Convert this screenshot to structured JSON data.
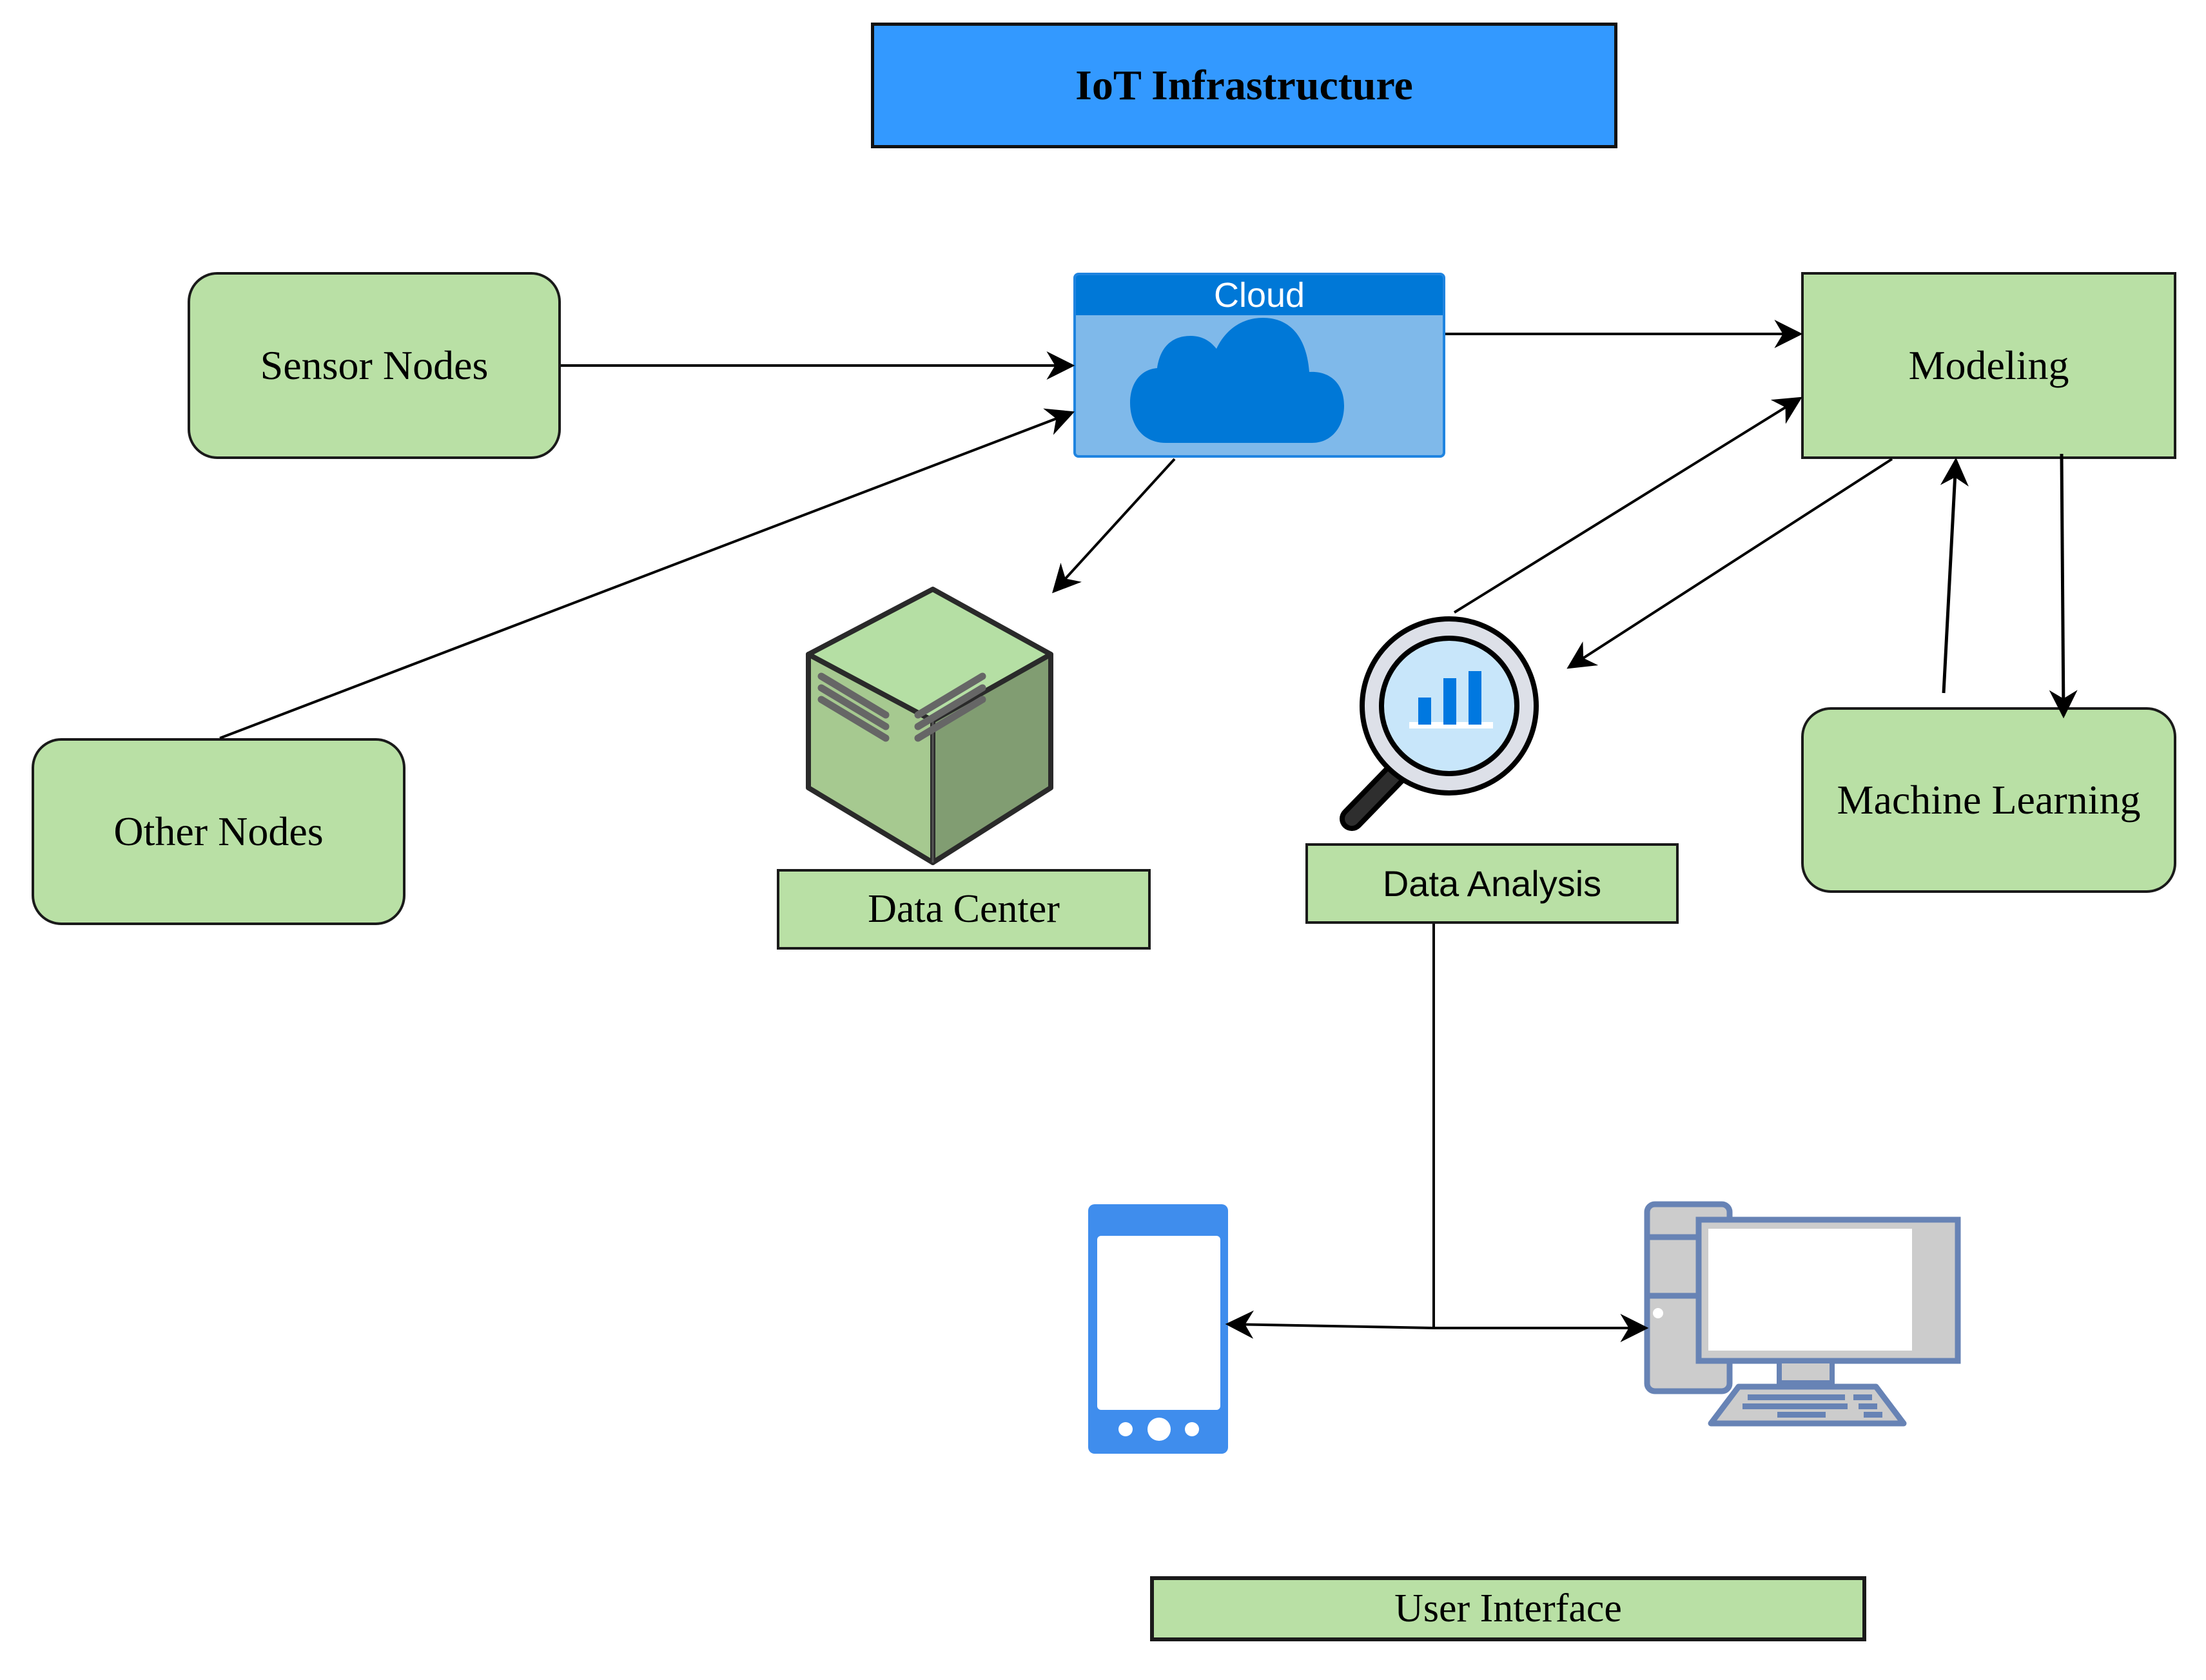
{
  "diagram": {
    "title": "IoT Infrastructure",
    "nodes": {
      "sensor_nodes": "Sensor Nodes",
      "other_nodes": "Other Nodes",
      "cloud": "Cloud",
      "modeling": "Modeling",
      "data_center": "Data Center",
      "data_analysis": "Data Analysis",
      "machine_learning": "Machine Learning",
      "user_interface": "User Interface"
    },
    "icons": {
      "cloud": "cloud-icon",
      "data_center": "server-cube-icon",
      "data_analysis": "magnifier-bar-chart-icon",
      "mobile": "smartphone-icon",
      "desktop": "desktop-computer-icon"
    },
    "edges": [
      {
        "from": "Sensor Nodes",
        "to": "Cloud"
      },
      {
        "from": "Other Nodes",
        "to": "Cloud"
      },
      {
        "from": "Cloud",
        "to": "Modeling"
      },
      {
        "from": "Cloud",
        "to": "Data Center"
      },
      {
        "from": "Data Analysis",
        "to": "Modeling"
      },
      {
        "from": "Modeling",
        "to": "Data Analysis"
      },
      {
        "from": "Modeling",
        "to": "Machine Learning"
      },
      {
        "from": "Machine Learning",
        "to": "Modeling"
      },
      {
        "from": "Data Analysis",
        "to": "Smartphone"
      },
      {
        "from": "Data Analysis",
        "to": "Desktop Computer"
      }
    ],
    "colors": {
      "title_fill": "#3399ff",
      "node_fill": "#b9e0a5",
      "cloud_header": "#0078d7",
      "cloud_body": "#7fb9ea",
      "phone": "#3f8ded",
      "desktop_outline": "#6783b5",
      "desktop_fill": "#cccccc"
    }
  }
}
